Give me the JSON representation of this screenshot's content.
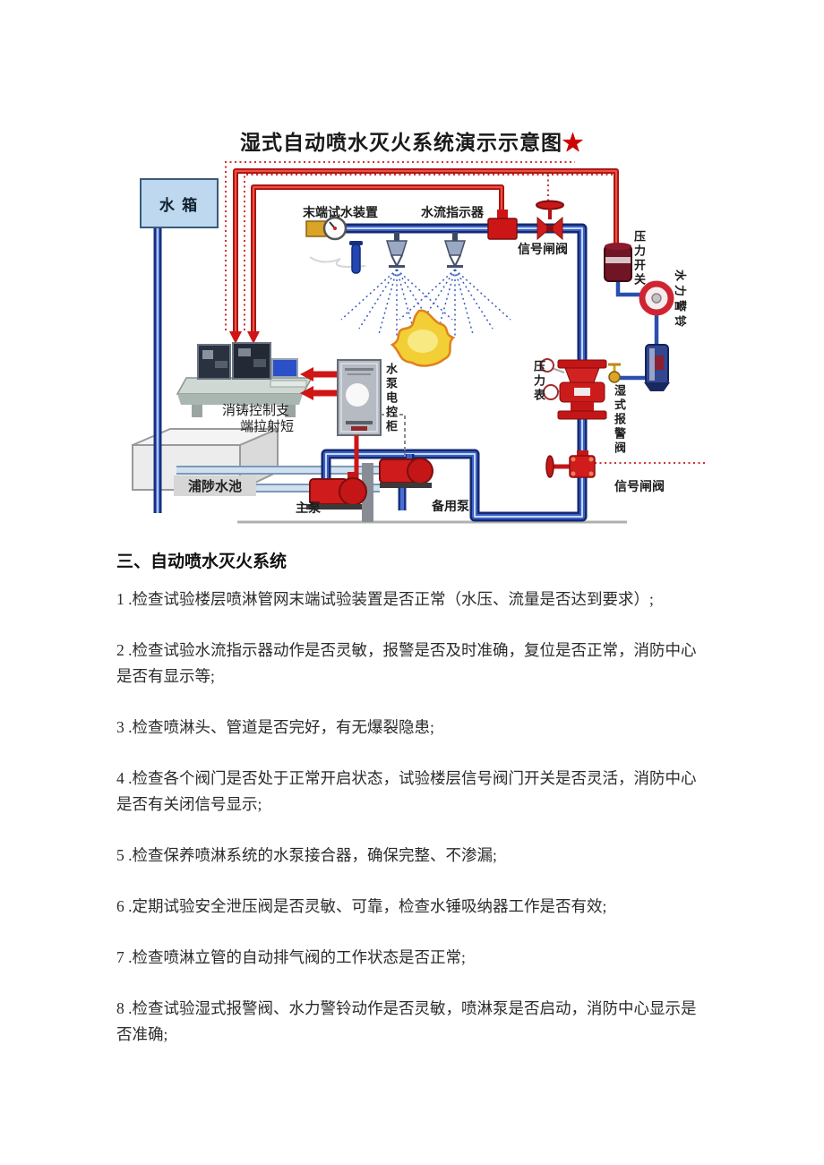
{
  "page": {
    "title": "湿式自动喷水灭火系统演示示意图",
    "title_star": "★"
  },
  "diagram": {
    "labels": {
      "tank": "水 箱",
      "end_test_device": "末端试水装置",
      "flow_indicator": "水流指示器",
      "signal_gate_valve_top": "信号闸阀",
      "pressure_switch": "压力开关",
      "hydraulic_alarm_bell": "水力警铃",
      "pressure_gauge": "压力表",
      "wet_alarm_valve": "湿式报警阀",
      "signal_gate_valve_bottom": "信号闸阀",
      "console_line1": "消铸控制支",
      "console_line2": "端拉射短",
      "pump_control_cabinet": "水泵电控柜",
      "fire_pool": "浦陟水池",
      "main_pump": "主泵",
      "backup_pump": "备用泵"
    },
    "colors": {
      "pipe_blue": "#14296e",
      "pipe_red": "#cc1a1a",
      "tank_fill": "#bdd8ef",
      "valve_red": "#d01c1c"
    }
  },
  "section": {
    "heading": "三、自动喷水灭火系统",
    "items": [
      "1 .检查试验楼层喷淋管网末端试验装置是否正常（水压、流量是否达到要求）;",
      "2 .检查试验水流指示器动作是否灵敏，报警是否及时准确，复位是否正常，消防中心是否有显示等;",
      "3 .检查喷淋头、管道是否完好，有无爆裂隐患;",
      "4 .检查各个阀门是否处于正常开启状态，试验楼层信号阀门开关是否灵活，消防中心是否有关闭信号显示;",
      "5 .检查保养喷淋系统的水泵接合器，确保完整、不渗漏;",
      "6 .定期试验安全泄压阀是否灵敏、可靠，检查水锤吸纳器工作是否有效;",
      "7 .检查喷淋立管的自动排气阀的工作状态是否正常;",
      "8 .检查试验湿式报警阀、水力警铃动作是否灵敏，喷淋泵是否启动，消防中心显示是否准确;"
    ]
  }
}
